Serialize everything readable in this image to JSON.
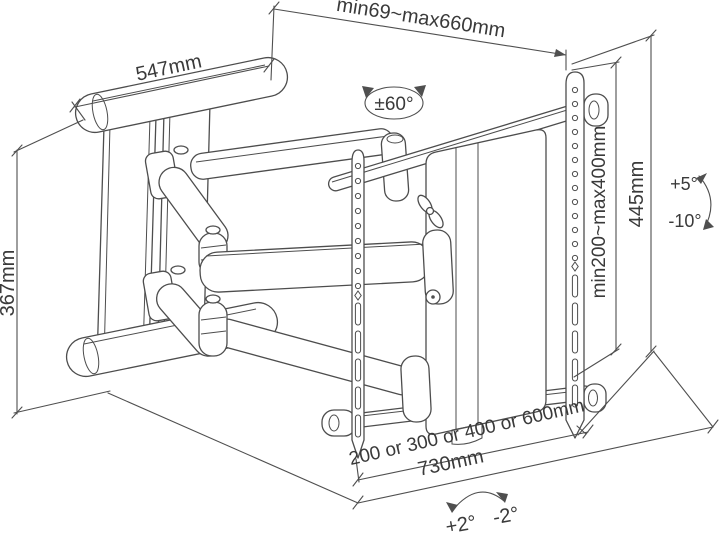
{
  "diagram": {
    "subject": "articulating-tv-wall-mount-technical-drawing",
    "background_color": "#ffffff",
    "line_color": "#4d4d4d",
    "text_color": "#3a3a3a"
  },
  "dimensions": {
    "wall_plate_width": "547mm",
    "extension_range": "min69~max660mm",
    "swivel_range": "±60°",
    "wall_plate_height": "367mm",
    "vesa_height_range": "min200~max400mm",
    "bracket_height": "445mm",
    "tilt_up": "+5°",
    "tilt_down": "-10°",
    "vesa_width_options": "200 or 300 or 400 or 600mm",
    "overall_width": "730mm",
    "level_adjust_plus": "+2°",
    "level_adjust_minus": "-2°"
  }
}
